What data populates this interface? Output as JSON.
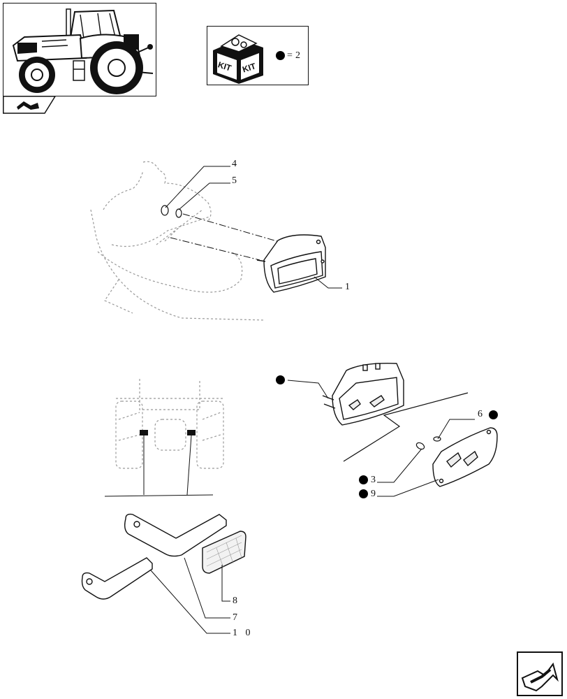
{
  "kit_legend": {
    "kit_label_left": "KIT",
    "kit_label_right": "KIT",
    "equals": "=",
    "quantity": "2"
  },
  "callouts": {
    "c1": "1",
    "c3": "3",
    "c4": "4",
    "c5": "5",
    "c6": "6",
    "c7": "7",
    "c8": "8",
    "c9": "9",
    "c10": "1 0"
  },
  "icons": {
    "thumbnail": "tractor-thumbnail",
    "section_tab": "section-tab-icon",
    "kit": "kit-box-icon",
    "next": "next-page-arrow-icon"
  },
  "colors": {
    "line": "#111111",
    "marker": "#000000",
    "background": "#ffffff"
  }
}
